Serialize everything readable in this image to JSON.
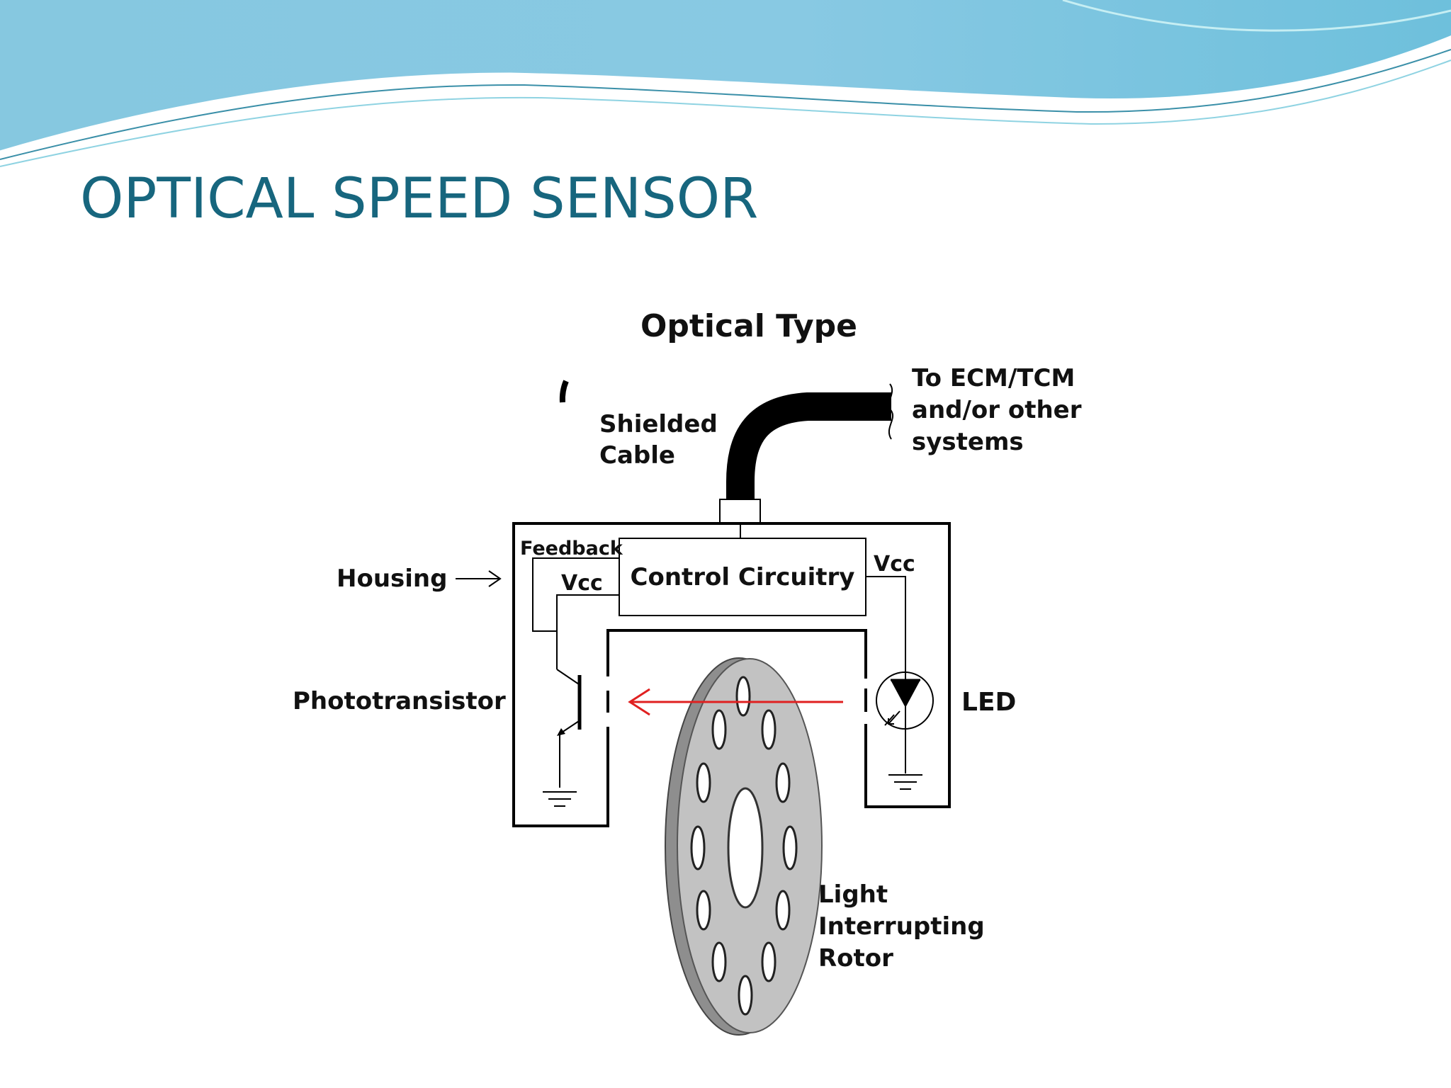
{
  "slide": {
    "title": "OPTICAL SPEED SENSOR"
  },
  "diagram": {
    "heading": "Optical Type",
    "labels": {
      "shielded_cable": [
        "Shielded",
        "Cable"
      ],
      "to_ecm": [
        "To ECM/TCM",
        "and/or other",
        "systems"
      ],
      "feedback": "Feedback",
      "control_circuitry": "Control Circuitry",
      "vcc_left": "Vcc",
      "vcc_right": "Vcc",
      "housing": "Housing",
      "phototransistor": "Phototransistor",
      "led": "LED",
      "rotor": [
        "Light",
        "Interrupting",
        "Rotor"
      ]
    }
  },
  "colors": {
    "title": "#17667e",
    "wave_top": "#7ec3dd",
    "wave_light": "#a9e2ea",
    "light_beam": "#e02020",
    "rotor_face": "#c2c2c2",
    "rotor_edge": "#8e8e8e"
  }
}
